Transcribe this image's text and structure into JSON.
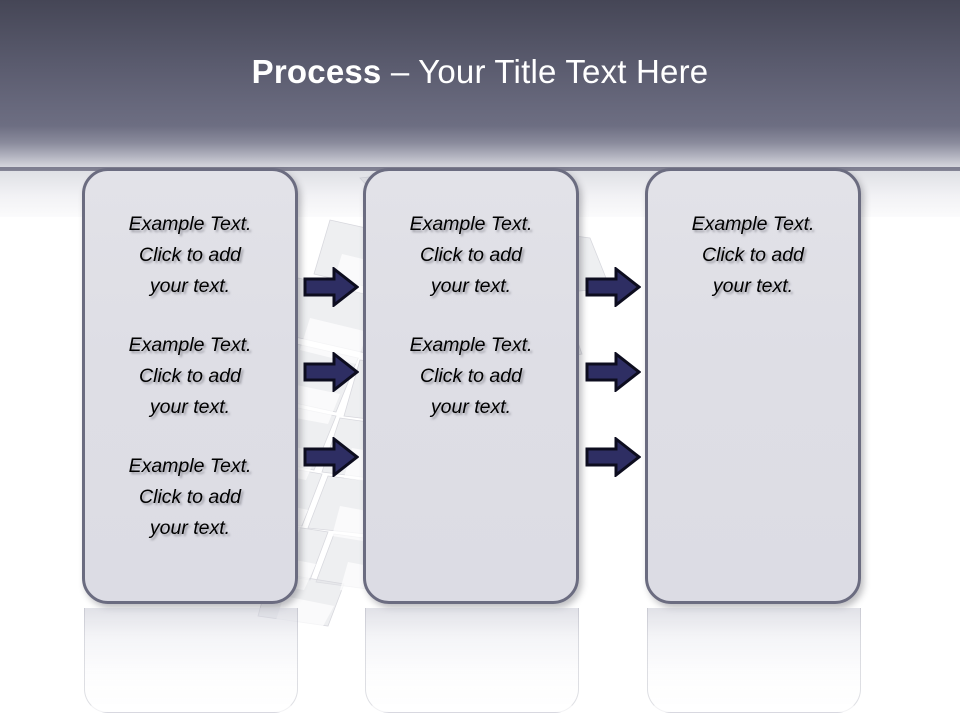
{
  "slide": {
    "title_strong": "Process",
    "title_rest": " – Your Title Text Here",
    "background_color": "#ffffff",
    "header_top_color": "#454656",
    "header_bottom_color": "#dcdde3",
    "box_fill_color": "#dedee5",
    "box_border_color": "#6b6c80",
    "arrow_fill_color": "#2e2e63",
    "arrow_outline_color": "#0d0d1f",
    "title_color": "#ffffff",
    "body_text_color": "#000000"
  },
  "columns": [
    {
      "name": "column-1",
      "blocks": [
        {
          "line1": "Example Text.",
          "line2": "Click  to add",
          "line3": "your text."
        },
        {
          "line1": "Example Text.",
          "line2": "Click  to add",
          "line3": "your text."
        },
        {
          "line1": "Example Text.",
          "line2": "Click  to add",
          "line3": "your text."
        }
      ]
    },
    {
      "name": "column-2",
      "blocks": [
        {
          "line1": "Example Text.",
          "line2": "Click  to add",
          "line3": "your text."
        },
        {
          "line1": "Example Text.",
          "line2": "Click  to add",
          "line3": "your text."
        }
      ]
    },
    {
      "name": "column-3",
      "blocks": [
        {
          "line1": "Example Text.",
          "line2": "Click  to add",
          "line3": "your text."
        }
      ]
    }
  ],
  "connectors": {
    "gap_1": [
      {
        "name": "arrow-1-1",
        "direction": "right"
      },
      {
        "name": "arrow-1-2",
        "direction": "right"
      },
      {
        "name": "arrow-1-3",
        "direction": "right"
      }
    ],
    "gap_2": [
      {
        "name": "arrow-2-1",
        "direction": "right"
      },
      {
        "name": "arrow-2-2",
        "direction": "right"
      },
      {
        "name": "arrow-2-3",
        "direction": "right"
      }
    ]
  }
}
